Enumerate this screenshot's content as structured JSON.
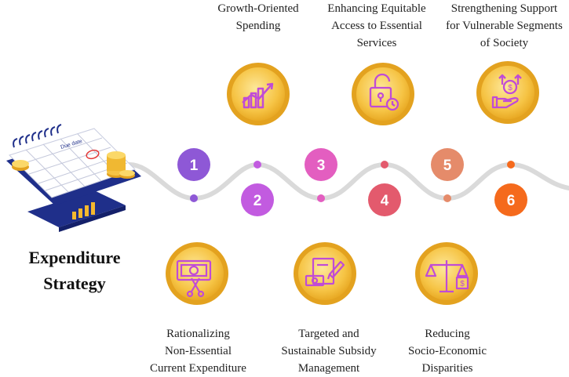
{
  "title_lines": [
    "Expenditure",
    "Strategy"
  ],
  "calendar_label": "Due date",
  "top_items": [
    {
      "lines": [
        "Growth-Oriented",
        "Spending"
      ],
      "icon": "growth-chart-icon"
    },
    {
      "lines": [
        "Enhancing Equitable",
        "Access to Essential",
        "Services"
      ],
      "icon": "padlock-clock-icon"
    },
    {
      "lines": [
        "Strengthening Support",
        "for Vulnerable Segments",
        "of Society"
      ],
      "icon": "hand-dollar-icon"
    }
  ],
  "bottom_items": [
    {
      "lines": [
        "Rationalizing",
        "Non-Essential",
        "Current Expenditure"
      ],
      "icon": "cut-money-icon"
    },
    {
      "lines": [
        "Targeted and",
        "Sustainable Subsidy",
        "Management"
      ],
      "icon": "money-pen-icon"
    },
    {
      "lines": [
        "Reducing",
        "Socio-Economic",
        "Disparities"
      ],
      "icon": "balance-scale-icon"
    }
  ],
  "steps": [
    {
      "number": "1",
      "color": "#8e58d6"
    },
    {
      "number": "2",
      "color": "#c25be0"
    },
    {
      "number": "3",
      "color": "#e35ec0"
    },
    {
      "number": "4",
      "color": "#e35a6d"
    },
    {
      "number": "5",
      "color": "#e58b6a"
    },
    {
      "number": "6",
      "color": "#f56a1c"
    }
  ],
  "colors": {
    "coin_face": "#f7c64a",
    "coin_rim": "#e3a21f",
    "icon_stroke": "#c04bd6",
    "path": "#dadada"
  }
}
